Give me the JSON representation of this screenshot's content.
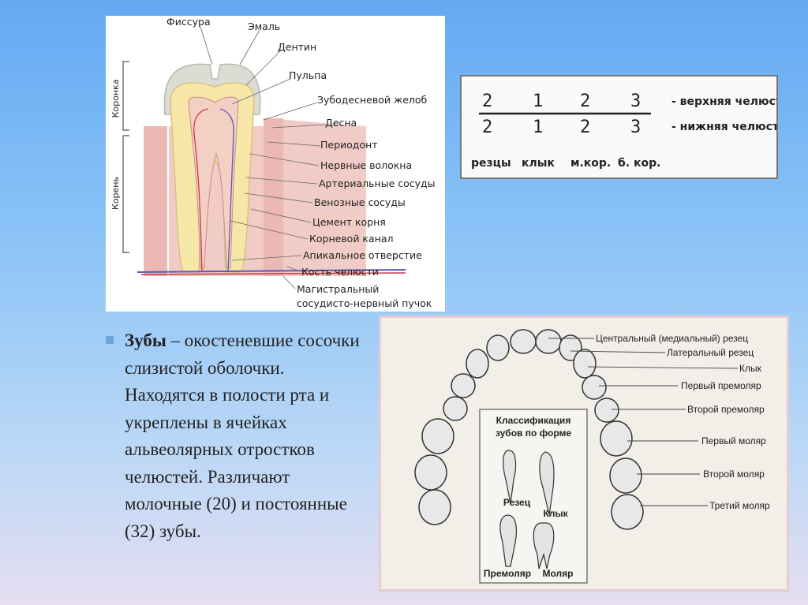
{
  "tooth": {
    "labels": [
      "Фиссура",
      "Эмаль",
      "Дентин",
      "Пульпа",
      "Зубодесневой желоб",
      "Десна",
      "Периодонт",
      "Нервные волокна",
      "Артериальные сосуды",
      "Венозные сосуды",
      "Цемент корня",
      "Корневой канал",
      "Апикальное отверстие",
      "Кость челюсти",
      "Магистральный",
      "сосудисто-нервный пучок"
    ],
    "side_crown": "Коронка",
    "side_root": "Корень"
  },
  "formula": {
    "upper": [
      "2",
      "1",
      "2",
      "3"
    ],
    "lower": [
      "2",
      "1",
      "2",
      "3"
    ],
    "upper_label": "- верхняя челюсть",
    "lower_label": "- нижняя челюсть",
    "categories": [
      "резцы",
      "клык",
      "м.кор.",
      "б. кор."
    ]
  },
  "arch": {
    "labels": [
      "Центральный (медиальный) резец",
      "Латеральный резец",
      "Клык",
      "Первый премоляр",
      "Второй премоляр",
      "Первый моляр",
      "Второй моляр",
      "Третий моляр"
    ],
    "class_title_1": "Классификация",
    "class_title_2": "зубов по форме",
    "types": [
      "Резец",
      "Клык",
      "Премоляр",
      "Моляр"
    ]
  },
  "text": {
    "term": "Зубы",
    "body": " – окостеневшие сосочки слизистой оболочки. Находятся в полости рта и укреплены в ячейках альвеолярных отростков челюстей. Различают молочные (20) и постоянные (32) зубы."
  }
}
